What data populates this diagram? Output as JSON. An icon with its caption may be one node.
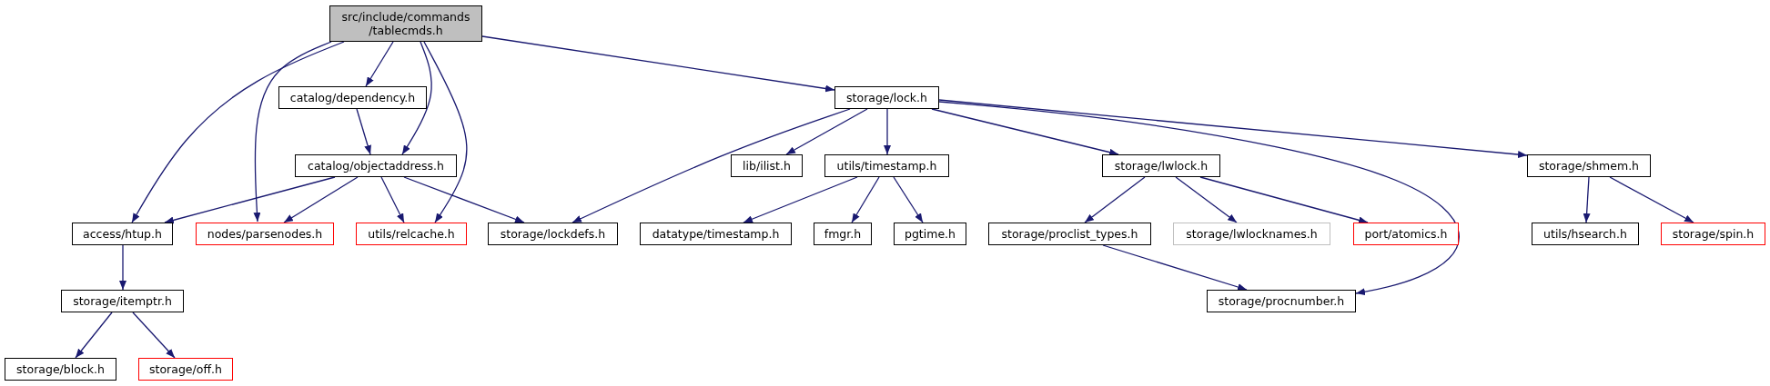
{
  "diagram": {
    "nodes": [
      {
        "text": [
          "src/include/commands /tablecmds.h"
        ]
      },
      {
        "text": [
          "catalog/dependency.h"
        ]
      },
      {
        "text": [
          "storage/lock.h"
        ]
      },
      {
        "text": [
          "catalog/objectaddress.h"
        ]
      },
      {
        "text": [
          "lib/ilist.h"
        ]
      },
      {
        "text": [
          "utils/timestamp.h"
        ]
      },
      {
        "text": [
          "storage/lwlock.h"
        ]
      },
      {
        "text": [
          "storage/shmem.h"
        ]
      },
      {
        "text": [
          "access/htup.h"
        ]
      },
      {
        "text": [
          "nodes/parsenodes.h"
        ]
      },
      {
        "text": [
          "utils/relcache.h"
        ]
      },
      {
        "text": [
          "storage/lockdefs.h"
        ]
      },
      {
        "text": [
          "datatype/timestamp.h"
        ]
      },
      {
        "text": [
          "fmgr.h"
        ]
      },
      {
        "text": [
          "pgtime.h"
        ]
      },
      {
        "text": [
          "storage/proclist_types.h"
        ]
      },
      {
        "text": [
          "storage/lwlocknames.h"
        ]
      },
      {
        "text": [
          "port/atomics.h"
        ]
      },
      {
        "text": [
          "utils/hsearch.h"
        ]
      },
      {
        "text": [
          "storage/spin.h"
        ]
      },
      {
        "text": [
          "storage/itemptr.h"
        ]
      },
      {
        "text": [
          "storage/procnumber.h"
        ]
      },
      {
        "text": [
          "storage/block.h"
        ]
      },
      {
        "text": [
          "storage/off.h"
        ]
      }
    ],
    "edges": [
      {
        "from": 0,
        "to": 8,
        "arrow": "to"
      },
      {
        "from": 0,
        "to": 9,
        "arrow": "to"
      },
      {
        "from": 0,
        "to": 1,
        "arrow": "to"
      },
      {
        "from": 0,
        "to": 3,
        "arrow": "to"
      },
      {
        "from": 0,
        "to": 10,
        "arrow": "to"
      },
      {
        "from": 0,
        "to": 2,
        "arrow": "to"
      },
      {
        "from": 1,
        "to": 3,
        "arrow": "to"
      },
      {
        "from": 3,
        "to": 8,
        "arrow": "to"
      },
      {
        "from": 3,
        "to": 9,
        "arrow": "to"
      },
      {
        "from": 3,
        "to": 10,
        "arrow": "to"
      },
      {
        "from": 3,
        "to": 11,
        "arrow": "to"
      },
      {
        "from": 2,
        "to": 11,
        "arrow": "to"
      },
      {
        "from": 2,
        "to": 4,
        "arrow": "to"
      },
      {
        "from": 2,
        "to": 5,
        "arrow": "to"
      },
      {
        "from": 2,
        "to": 6,
        "arrow": "to"
      },
      {
        "from": 2,
        "to": 21,
        "arrow": "to"
      },
      {
        "from": 2,
        "to": 7,
        "arrow": "to"
      },
      {
        "from": 5,
        "to": 12,
        "arrow": "to"
      },
      {
        "from": 5,
        "to": 13,
        "arrow": "to"
      },
      {
        "from": 5,
        "to": 14,
        "arrow": "to"
      },
      {
        "from": 6,
        "to": 15,
        "arrow": "to"
      },
      {
        "from": 6,
        "to": 16,
        "arrow": "to"
      },
      {
        "from": 6,
        "to": 17,
        "arrow": "to"
      },
      {
        "from": 7,
        "to": 18,
        "arrow": "to"
      },
      {
        "from": 7,
        "to": 19,
        "arrow": "to"
      },
      {
        "from": 15,
        "to": 21,
        "arrow": "to"
      },
      {
        "from": 8,
        "to": 20,
        "arrow": "to"
      },
      {
        "from": 20,
        "to": 22,
        "arrow": "to"
      },
      {
        "from": 20,
        "to": 23,
        "arrow": "to"
      }
    ]
  }
}
